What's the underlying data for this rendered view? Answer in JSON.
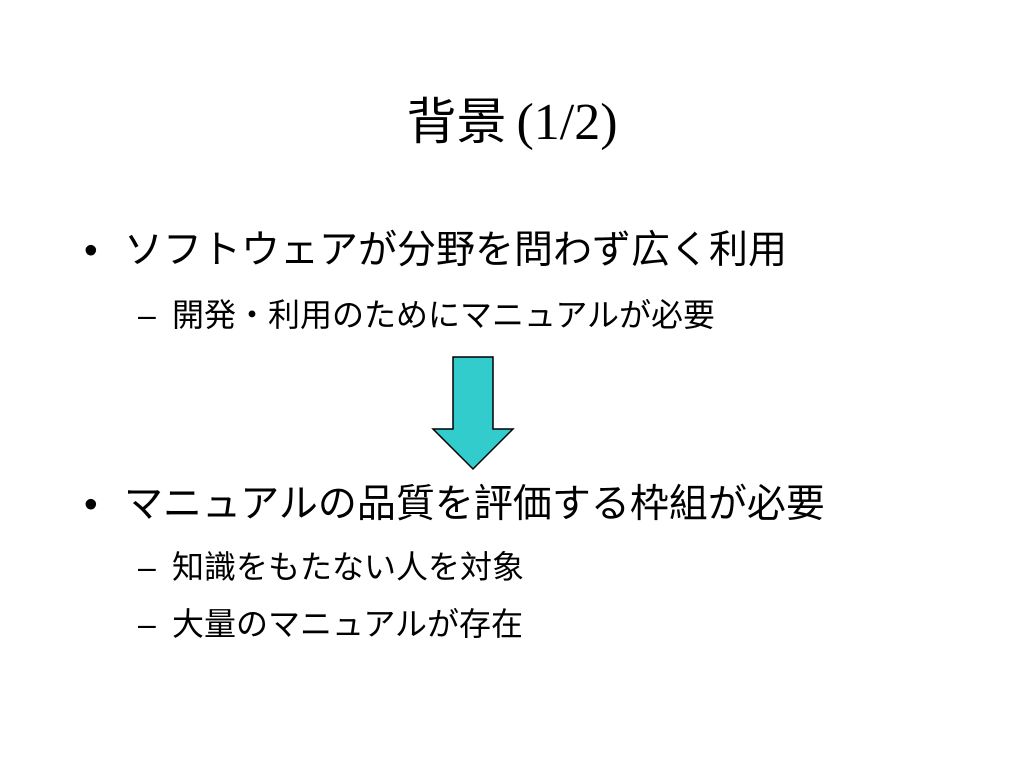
{
  "slide": {
    "title": "背景",
    "title_suffix": "(1/2)",
    "bullet_marker": "•",
    "sub_marker": "–",
    "bullets": [
      {
        "text": "ソフトウェアが分野を問わず広く利用",
        "subs": [
          "開発・利用のためにマニュアルが必要"
        ]
      },
      {
        "text": "マニュアルの品質を評価する枠組が必要",
        "subs": [
          "知識をもたない人を対象",
          "大量のマニュアルが存在"
        ]
      }
    ],
    "arrow": {
      "direction": "down",
      "fill_color": "#33CCCC",
      "stroke_color": "#000000"
    }
  }
}
